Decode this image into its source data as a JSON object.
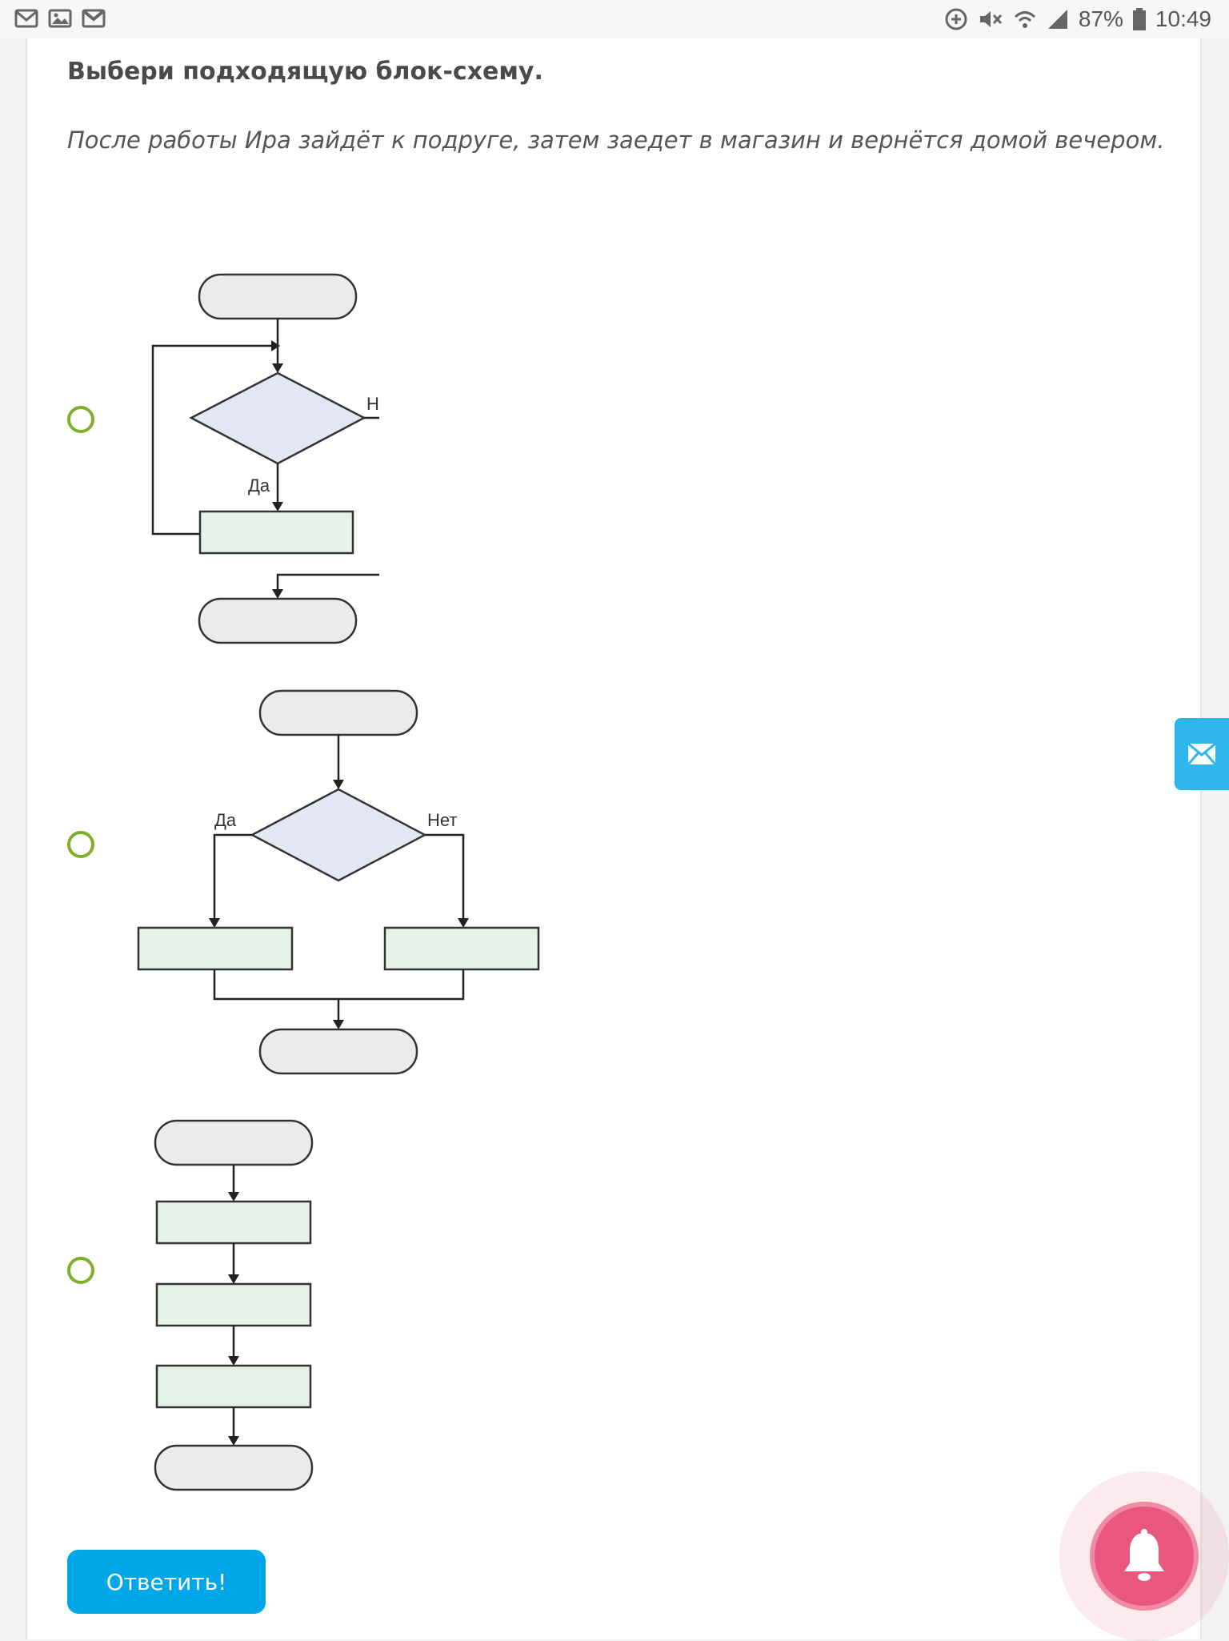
{
  "status_bar": {
    "battery_percent": "87%",
    "time": "10:49",
    "left_icons": [
      "mail-icon",
      "image-icon",
      "gmail-icon"
    ],
    "right_icons": [
      "data-saver-icon",
      "mute-icon",
      "wifi-icon",
      "signal-icon",
      "battery-icon"
    ]
  },
  "question": {
    "title": "Выбери подходящую блок-схему.",
    "text": "После работы Ира зайдёт к подруге, затем заедет в магазин и вернётся домой вечером."
  },
  "options": [
    {
      "type": "loop",
      "yes_label": "Да",
      "no_label": "Нет"
    },
    {
      "type": "branch",
      "yes_label": "Да",
      "no_label": "Нет"
    },
    {
      "type": "linear"
    }
  ],
  "submit": {
    "label": "Ответить!"
  },
  "colors": {
    "accent": "#00a7e8",
    "radio": "#7fb02a",
    "terminator_fill": "#ebebeb",
    "decision_fill": "#e3e6f3",
    "process_fill": "#e5f3e9",
    "bell": "#e9577f",
    "mail_tab": "#2fb6ec"
  }
}
